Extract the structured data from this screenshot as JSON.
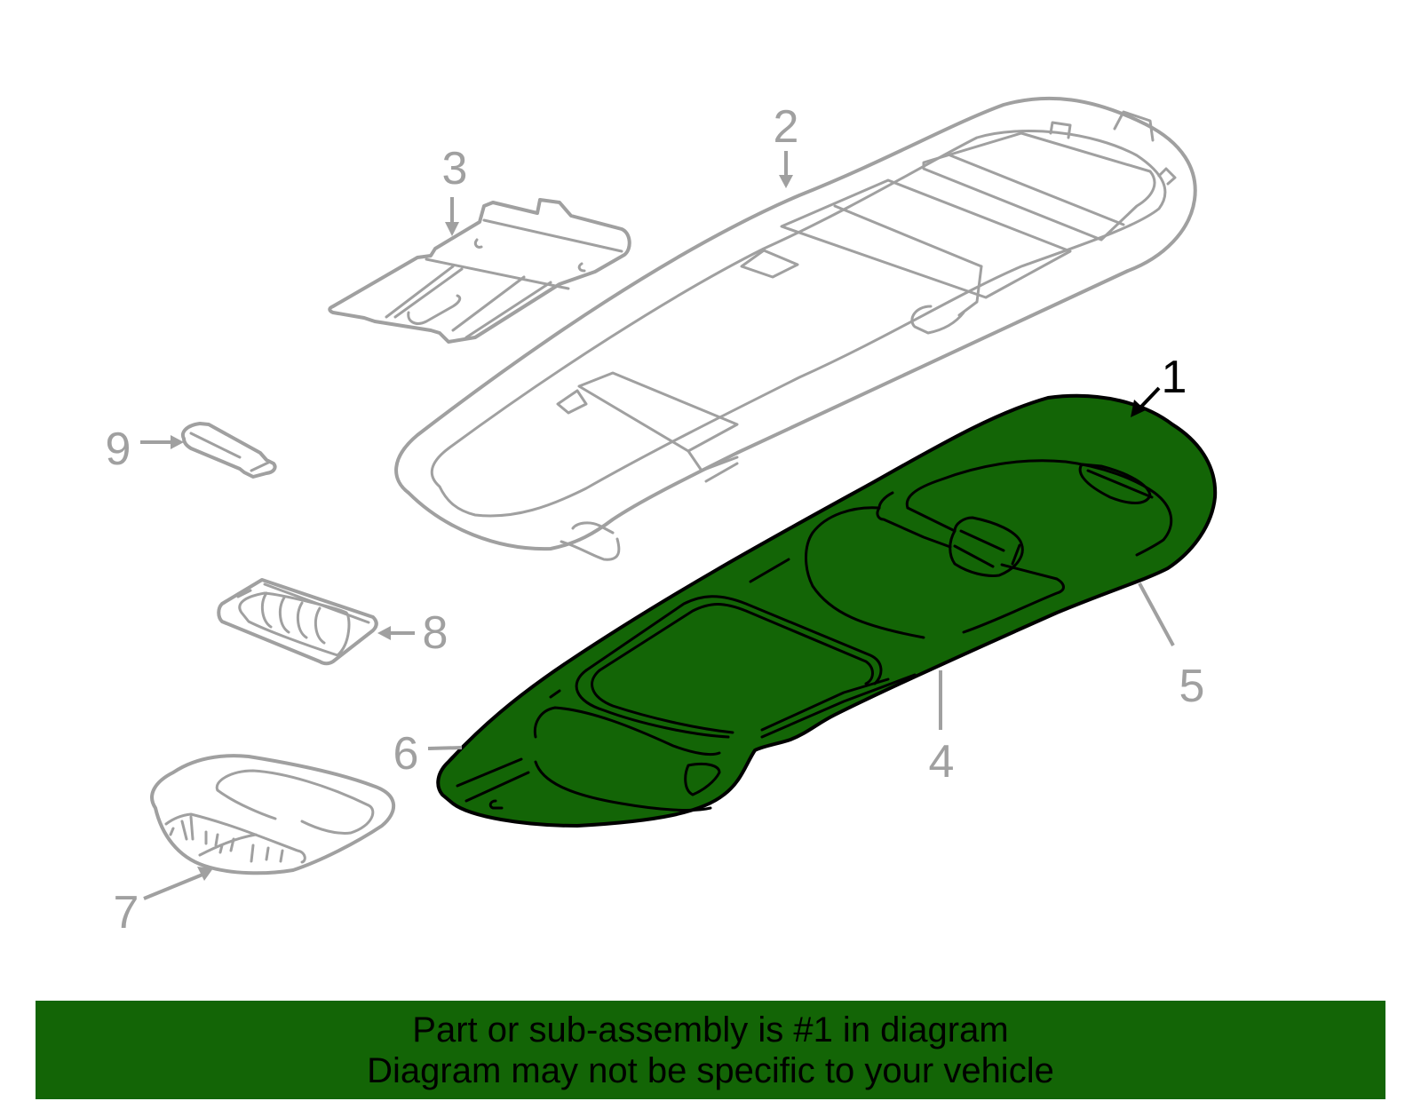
{
  "diagram": {
    "highlight_color": "#136506",
    "line_color": "#a0a0a0",
    "highlighted_part": "1",
    "callouts": [
      {
        "number": "1",
        "part": "headliner-panel",
        "highlighted": true
      },
      {
        "number": "2",
        "part": "roof-frame"
      },
      {
        "number": "3",
        "part": "bracket"
      },
      {
        "number": "4",
        "part": "headliner-lower-edge"
      },
      {
        "number": "5",
        "part": "headliner-right-edge"
      },
      {
        "number": "6",
        "part": "headliner-front-edge"
      },
      {
        "number": "7",
        "part": "dome-lamp"
      },
      {
        "number": "8",
        "part": "map-lamp-lens"
      },
      {
        "number": "9",
        "part": "clip"
      }
    ]
  },
  "banner": {
    "line1": "Part or sub-assembly is #1 in diagram",
    "line2": "Diagram may not be specific to your vehicle"
  }
}
